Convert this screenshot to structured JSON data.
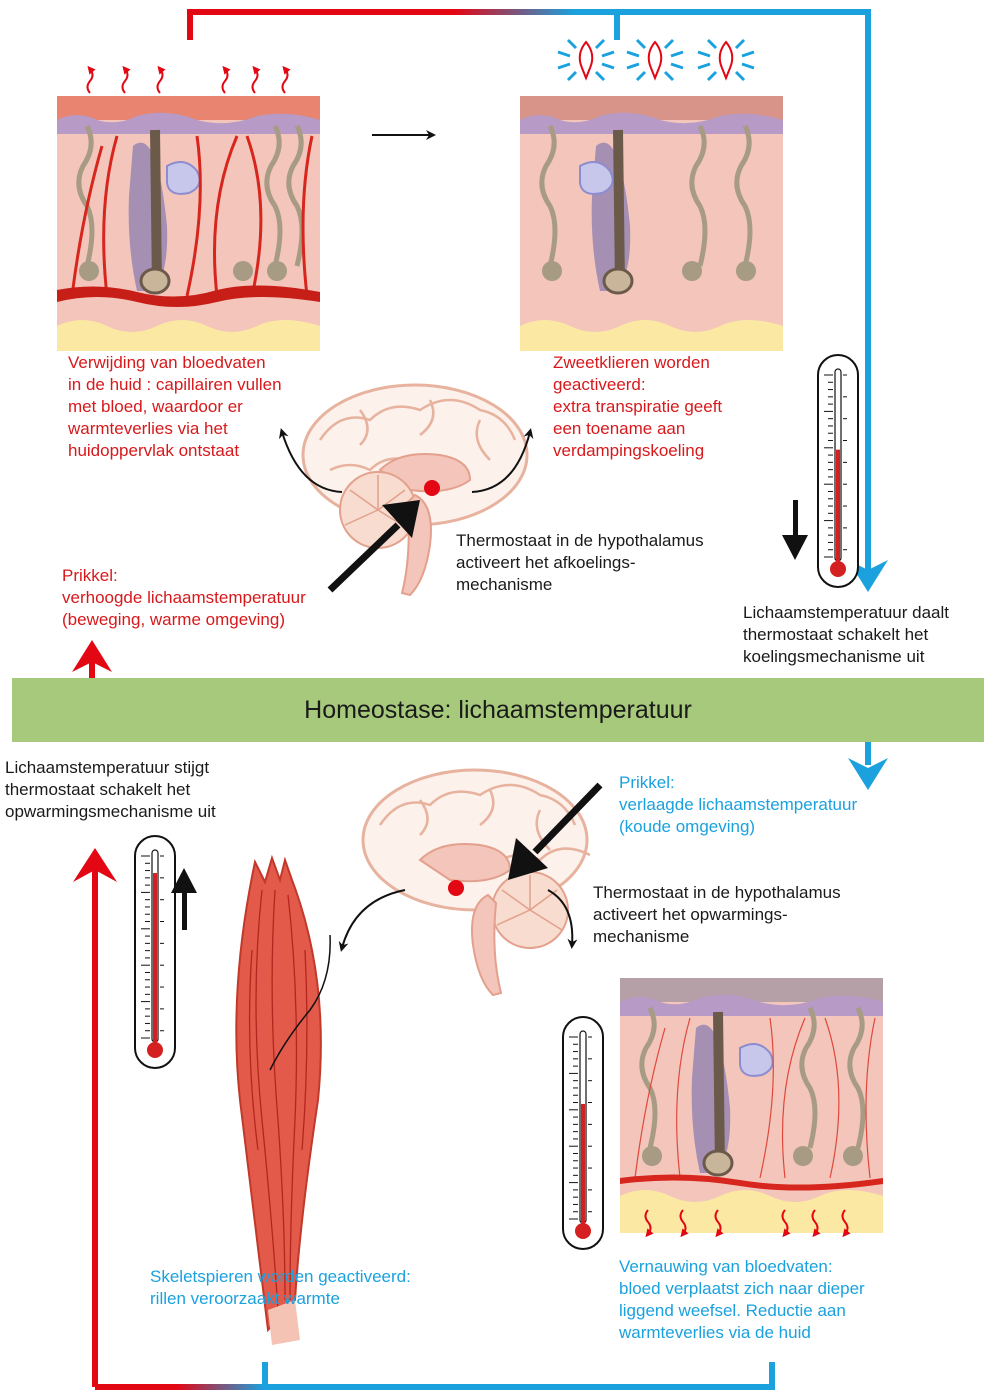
{
  "center_band": {
    "title": "Homeostase: lichaamstemperatuur"
  },
  "cooling": {
    "vasodilation_text": [
      "Verwijding van bloedvaten",
      "in de huid : capillairen vullen",
      "met bloed, waardoor er",
      "warmteverlies via het",
      "huidoppervlak ontstaat"
    ],
    "sweat_text": [
      "Zweetklieren worden",
      "geactiveerd:",
      "extra transpiratie geeft",
      "een toename aan",
      "verdampingskoeling"
    ],
    "thermostat_text": [
      "Thermostaat in de hypothalamus",
      "activeert het afkoelings-",
      "mechanisme"
    ],
    "stimulus_text": [
      "Prikkel:",
      "verhoogde lichaamstemperatuur",
      "(beweging, warme omgeving)"
    ],
    "result_text": [
      "Lichaamstemperatuur daalt",
      "thermostaat schakelt  het",
      "koelingsmechanisme uit"
    ]
  },
  "warming": {
    "result_text": [
      "Lichaamstemperatuur stijgt",
      "thermostaat schakelt  het",
      "opwarmingsmechanisme uit"
    ],
    "stimulus_text": [
      "Prikkel:",
      "verlaagde  lichaamstemperatuur",
      "(koude omgeving)"
    ],
    "thermostat_text": [
      "Thermostaat in de hypothalamus",
      "activeert het opwarmings-",
      "mechanisme"
    ],
    "shiver_text": [
      "Skeletspieren worden geactiveerd:",
      "rillen veroorzaakt warmte"
    ],
    "vasoconstriction_text": [
      "Vernauwing van bloedvaten:",
      "bloed verplaatst zich naar dieper",
      "liggend weefsel. Reductie aan",
      "warmteverlies via de huid"
    ]
  },
  "colors": {
    "hot": "#e30613",
    "cold": "#1aa1de",
    "band": "#a7c97c",
    "skin": "#f3c5bb",
    "mercury": "#d42020"
  },
  "icons": [
    "skin-cross-section",
    "brain",
    "thermometer",
    "muscle",
    "sweat-drop",
    "heat-wave"
  ]
}
